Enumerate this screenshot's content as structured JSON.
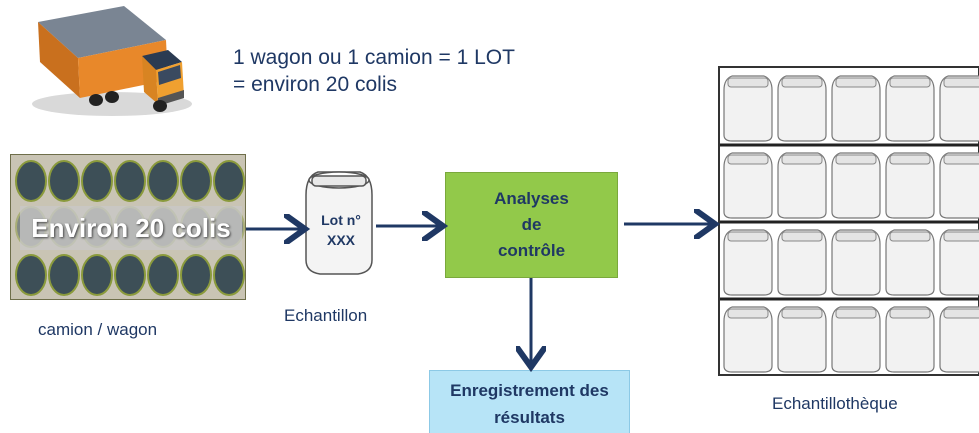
{
  "headline": {
    "line1": "1 wagon ou 1 camion = 1 LOT",
    "line2": "= environ 20 colis"
  },
  "pallet": {
    "label": "Environ 20 colis",
    "caption": "camion  / wagon"
  },
  "sample": {
    "jar_line1": "Lot n°",
    "jar_line2": "XXX",
    "caption": "Echantillon"
  },
  "analysis": {
    "line1": "Analyses",
    "line2": "de",
    "line3": "contrôle"
  },
  "results": {
    "line1": "Enregistrement  des",
    "line2": "résultats"
  },
  "library": {
    "caption": "Echantillothèque"
  },
  "colors": {
    "text": "#1f3864",
    "arrow": "#1f3864",
    "analysis_fill": "#92c94a",
    "results_fill": "#b7e4f7",
    "truck_body": "#e8882a"
  }
}
